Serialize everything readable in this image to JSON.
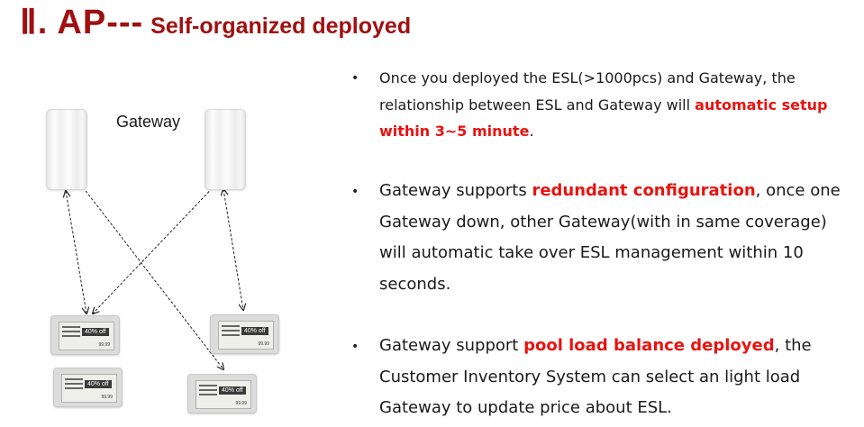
{
  "title": {
    "section": "Ⅱ. AP---",
    "subtitle": "Self-organized deployed"
  },
  "diagram": {
    "gateway_label": "Gateway",
    "esl_tags": [
      "40% off",
      "40% off",
      "40% off",
      "40% off"
    ]
  },
  "bullets": [
    {
      "before": "Once you deployed the ESL(>1000pcs) and Gateway, the relationship between ESL and Gateway will ",
      "highlight": "automatic setup within 3~5 minute",
      "after": "."
    },
    {
      "before": "Gateway supports ",
      "highlight": "redundant configuration",
      "after": ", once one Gateway down, other Gateway(with in same coverage) will automatic take over ESL management within 10 seconds."
    },
    {
      "before": "Gateway support ",
      "highlight": "pool load balance deployed",
      "after": ", the Customer Inventory System can select an light load Gateway to update price about ESL."
    }
  ],
  "colors": {
    "title": "#a01010",
    "highlight": "#e8130f"
  }
}
